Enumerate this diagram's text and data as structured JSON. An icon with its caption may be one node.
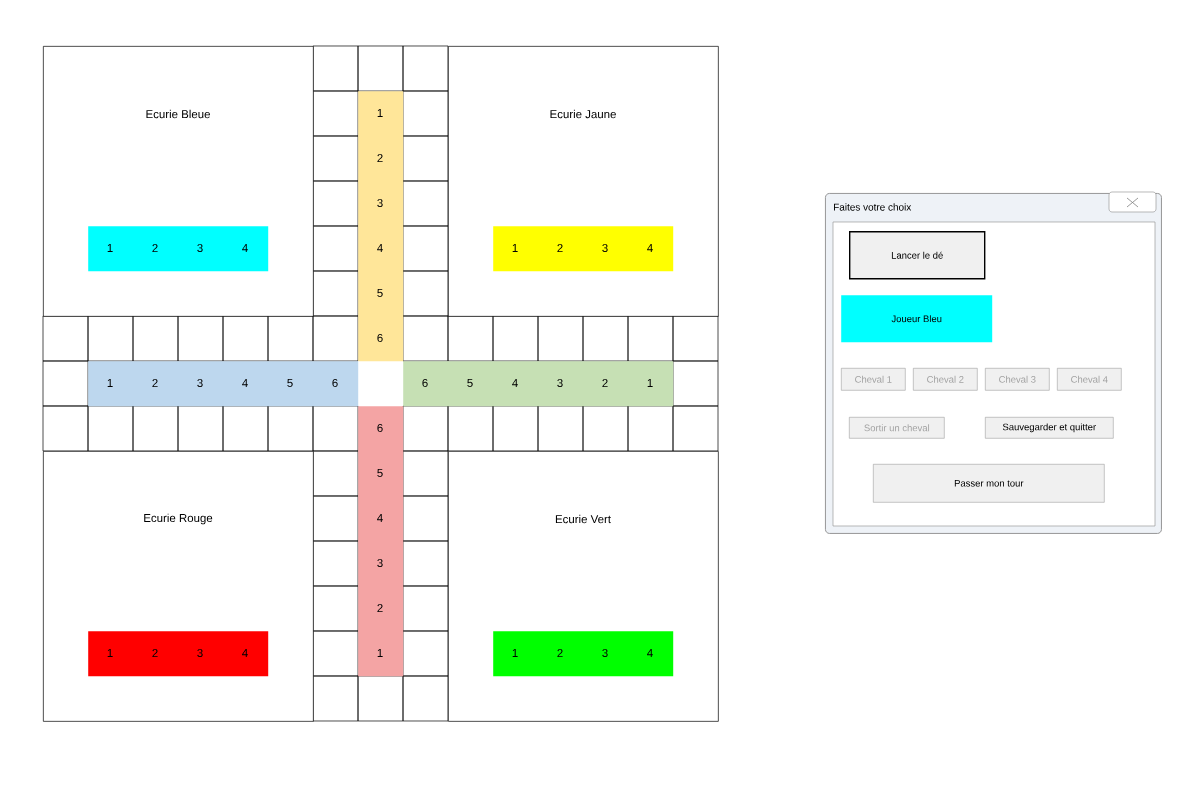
{
  "diagram": {
    "nodes": [
      {
        "text": [
          "Ecurie Bleue"
        ]
      },
      {
        "text": [
          "1",
          "2",
          "3",
          "4"
        ],
        "in": 0
      },
      {
        "text": [
          "1",
          "2",
          "3",
          "4",
          "5",
          "6"
        ]
      },
      {
        "text": [
          "Ecurie Jaune"
        ]
      },
      {
        "text": [
          "1",
          "2",
          "3",
          "4"
        ],
        "in": 3
      },
      {
        "text": [
          "1",
          "2",
          "3",
          "4",
          "5",
          "6"
        ]
      },
      {
        "text": [
          "6",
          "5",
          "4",
          "3",
          "2",
          "1"
        ]
      },
      {
        "text": [
          "6",
          "5",
          "4",
          "3",
          "2",
          "1"
        ]
      },
      {
        "text": [
          "Ecurie Rouge"
        ]
      },
      {
        "text": [
          "1",
          "2",
          "3",
          "4"
        ],
        "in": 8
      },
      {
        "text": [
          "Ecurie Vert"
        ]
      },
      {
        "text": [
          "1",
          "2",
          "3",
          "4"
        ],
        "in": 10
      },
      {
        "text": [
          "Faites votre choix"
        ]
      },
      {
        "text": [
          "Lancer le dé"
        ],
        "in": 12
      },
      {
        "text": [
          "Joueur Bleu"
        ],
        "in": 12
      },
      {
        "text": [
          "Cheval 1"
        ],
        "in": 12
      },
      {
        "text": [
          "Cheval 2"
        ],
        "in": 12
      },
      {
        "text": [
          "Cheval 3"
        ],
        "in": 12
      },
      {
        "text": [
          "Cheval 4"
        ],
        "in": 12
      },
      {
        "text": [
          "Sortir un cheval"
        ],
        "in": 12
      },
      {
        "text": [
          "Sauvegarder et quitter"
        ],
        "in": 12
      },
      {
        "text": [
          "Passer mon tour"
        ],
        "in": 12
      }
    ]
  }
}
